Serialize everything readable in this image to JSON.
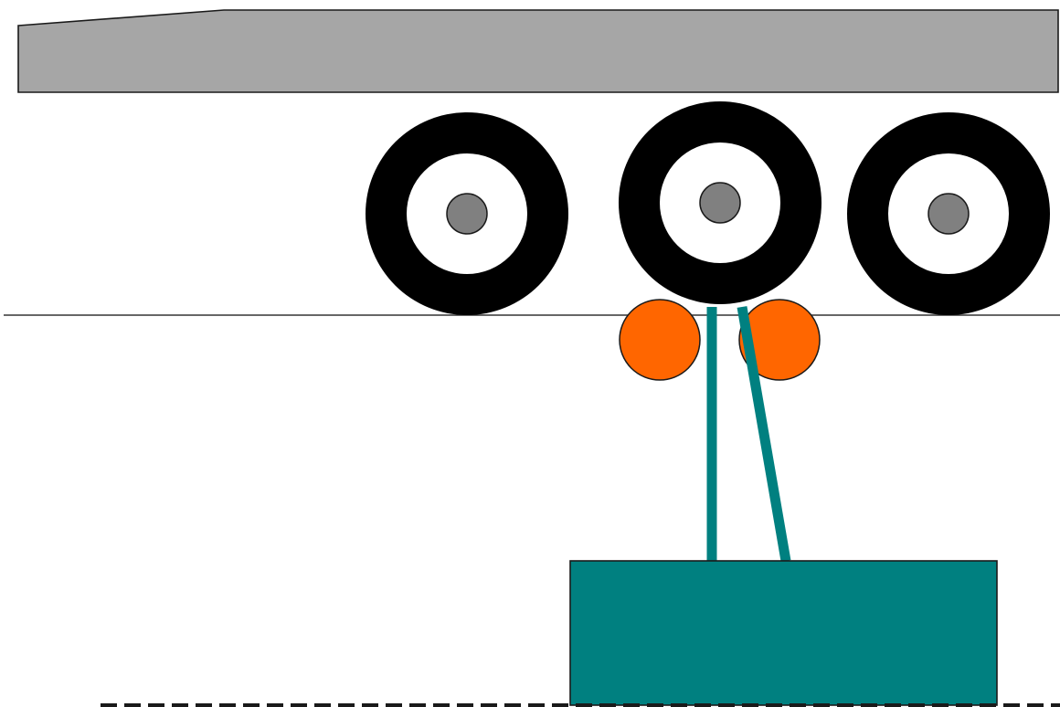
{
  "diagram": {
    "wheel_count": 3,
    "roller_count": 2,
    "cable_count": 2
  },
  "colors": {
    "background": "#ffffff",
    "trailer_bed": "#a6a6a6",
    "outline": "#1a1a1a",
    "tire": "#000000",
    "rim": "#ffffff",
    "hub": "#808080",
    "roller": "#ff6600",
    "cable": "#008080",
    "weight_block": "#008080",
    "ground_line": "#333333"
  },
  "icons": {
    "trailer": "trailer-bed-shape",
    "wheel": "wheel-circle-shape",
    "roller": "roller-circle-shape",
    "weight": "block-rectangle-shape"
  }
}
